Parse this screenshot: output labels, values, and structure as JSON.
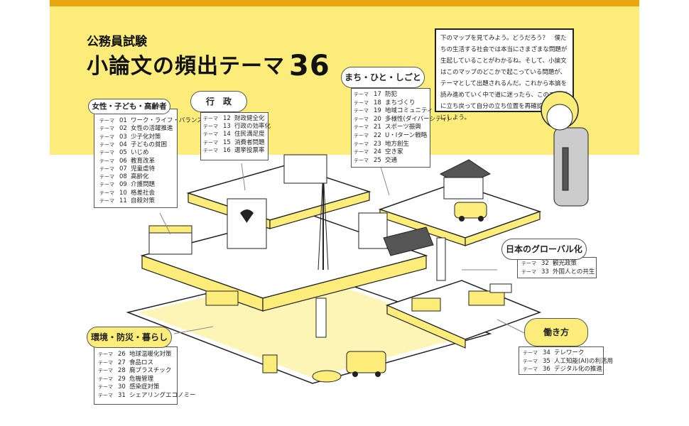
{
  "header": {
    "subtitle": "公務員試験",
    "title": "小論文の頻出テーマ",
    "title_number": "36"
  },
  "speech": {
    "text": "下のマップを見てみよう。どうだろう？　僕たちの生活する社会では本当にさまざまな問題が生起していることがわかるね。そして、小論文はこのマップのどこかで起こっている問題が、テーマとして出題されるんだ。これから本論を読み進めていく中で道に迷ったら、このマップに立ち戻って自分の立ち位置を再確認するようにしよう。"
  },
  "theme_prefix": "テーマ",
  "categories": [
    {
      "name": "女性・子ども・高齢者",
      "items": [
        {
          "num": "01",
          "label": "ワーク・ライフ・バランス"
        },
        {
          "num": "02",
          "label": "女性の活躍推進"
        },
        {
          "num": "03",
          "label": "少子化対策"
        },
        {
          "num": "04",
          "label": "子どもの貧困"
        },
        {
          "num": "05",
          "label": "いじめ"
        },
        {
          "num": "06",
          "label": "教育改革"
        },
        {
          "num": "07",
          "label": "児童虐待"
        },
        {
          "num": "08",
          "label": "高齢化"
        },
        {
          "num": "09",
          "label": "介護問題"
        },
        {
          "num": "10",
          "label": "格差社会"
        },
        {
          "num": "11",
          "label": "自殺対策"
        }
      ]
    },
    {
      "name": "行　政",
      "items": [
        {
          "num": "12",
          "label": "財政健全化"
        },
        {
          "num": "13",
          "label": "行政の効率化"
        },
        {
          "num": "14",
          "label": "住民満足度"
        },
        {
          "num": "15",
          "label": "消費者問題"
        },
        {
          "num": "16",
          "label": "選挙投票率"
        }
      ]
    },
    {
      "name": "まち・ひと・しごと",
      "items": [
        {
          "num": "17",
          "label": "防犯"
        },
        {
          "num": "18",
          "label": "まちづくり"
        },
        {
          "num": "19",
          "label": "地域コミュニティ"
        },
        {
          "num": "20",
          "label": "多様性(ダイバーシティ)"
        },
        {
          "num": "21",
          "label": "スポーツ振興"
        },
        {
          "num": "22",
          "label": "U・Iターン戦略"
        },
        {
          "num": "23",
          "label": "地方創生"
        },
        {
          "num": "24",
          "label": "空き家"
        },
        {
          "num": "25",
          "label": "交通"
        }
      ]
    },
    {
      "name": "日本のグローバル化",
      "items": [
        {
          "num": "32",
          "label": "観光政策"
        },
        {
          "num": "33",
          "label": "外国人との共生"
        }
      ]
    },
    {
      "name": "働き方",
      "items": [
        {
          "num": "34",
          "label": "テレワーク"
        },
        {
          "num": "35",
          "label": "人工知能(AI)の利活用"
        },
        {
          "num": "36",
          "label": "デジタル化の推進"
        }
      ]
    },
    {
      "name": "環境・防災・暮らし",
      "items": [
        {
          "num": "26",
          "label": "地球温暖化対策"
        },
        {
          "num": "27",
          "label": "食品ロス"
        },
        {
          "num": "28",
          "label": "廃プラスチック"
        },
        {
          "num": "29",
          "label": "危機管理"
        },
        {
          "num": "30",
          "label": "感染症対策"
        },
        {
          "num": "31",
          "label": "シェアリングエコノミー"
        }
      ]
    }
  ],
  "colors": {
    "accent_yellow": "#fcec7a",
    "frame_orange": "#e8a50e",
    "line": "#222222"
  }
}
